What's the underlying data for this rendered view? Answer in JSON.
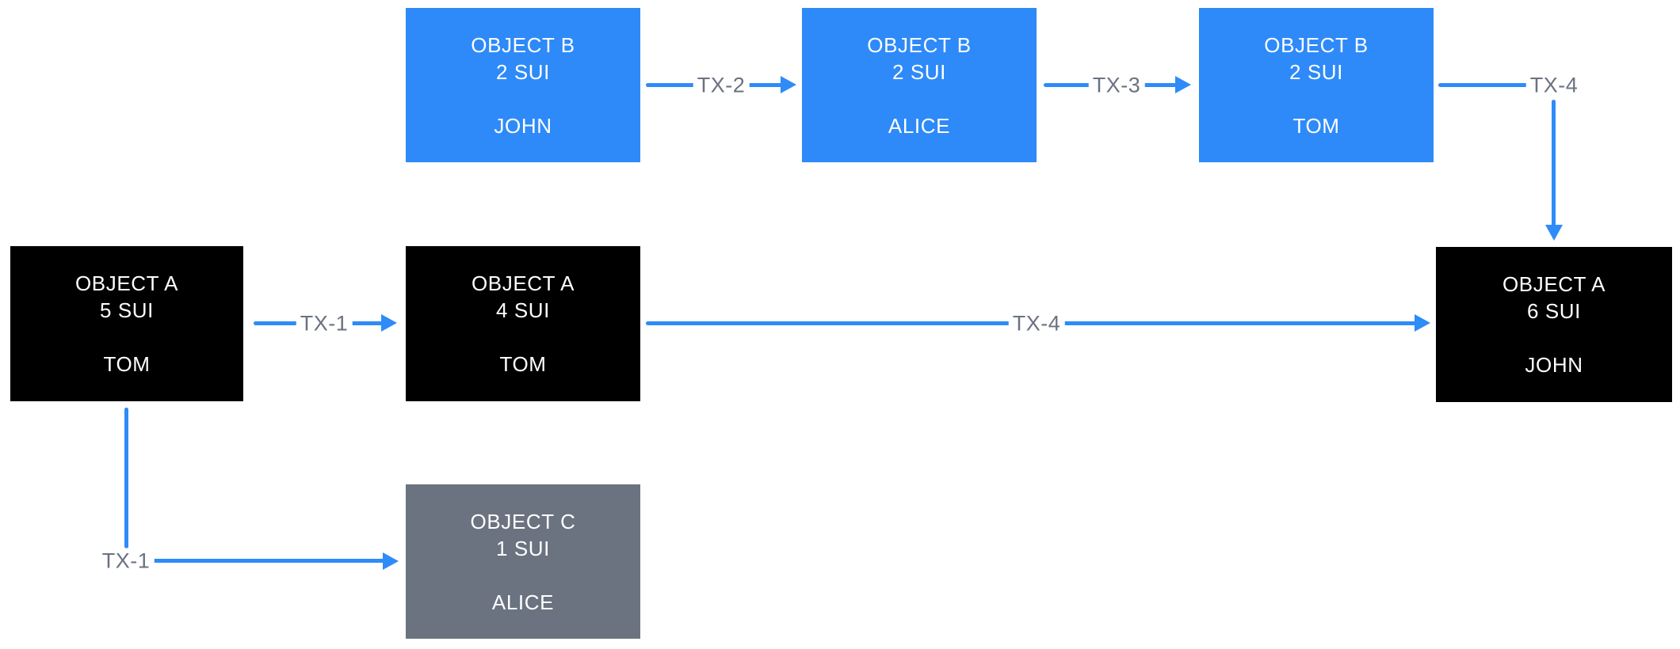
{
  "diagram": {
    "boxes": [
      {
        "id": "object-b-john",
        "title": "OBJECT B",
        "amount": "2 SUI",
        "owner": "JOHN",
        "variant": "blue"
      },
      {
        "id": "object-b-alice",
        "title": "OBJECT B",
        "amount": "2 SUI",
        "owner": "ALICE",
        "variant": "blue"
      },
      {
        "id": "object-b-tom",
        "title": "OBJECT B",
        "amount": "2 SUI",
        "owner": "TOM",
        "variant": "blue"
      },
      {
        "id": "object-a-tom-5",
        "title": "OBJECT A",
        "amount": "5 SUI",
        "owner": "TOM",
        "variant": "black"
      },
      {
        "id": "object-a-tom-4",
        "title": "OBJECT A",
        "amount": "4 SUI",
        "owner": "TOM",
        "variant": "black"
      },
      {
        "id": "object-a-john-6",
        "title": "OBJECT A",
        "amount": "6 SUI",
        "owner": "JOHN",
        "variant": "black"
      },
      {
        "id": "object-c-alice",
        "title": "OBJECT C",
        "amount": "1 SUI",
        "owner": "ALICE",
        "variant": "gray"
      }
    ],
    "edges": [
      {
        "label": "TX-1",
        "from": "object-a-tom-5",
        "to": "object-a-tom-4"
      },
      {
        "label": "TX-1",
        "from": "object-a-tom-5",
        "to": "object-c-alice"
      },
      {
        "label": "TX-2",
        "from": "object-b-john",
        "to": "object-b-alice"
      },
      {
        "label": "TX-3",
        "from": "object-b-alice",
        "to": "object-b-tom"
      },
      {
        "label": "TX-4",
        "from": "object-b-tom",
        "to": "object-a-john-6"
      },
      {
        "label": "TX-4",
        "from": "object-a-tom-4",
        "to": "object-a-john-6"
      }
    ],
    "colors": {
      "box_blue": "#2E8AF8",
      "box_black": "#000000",
      "box_gray": "#6B7380",
      "arrow_blue": "#2F8BF8",
      "tx_label_gray": "#6B7280",
      "box_text": "#FFFFFF",
      "background": "#FFFFFF"
    }
  }
}
